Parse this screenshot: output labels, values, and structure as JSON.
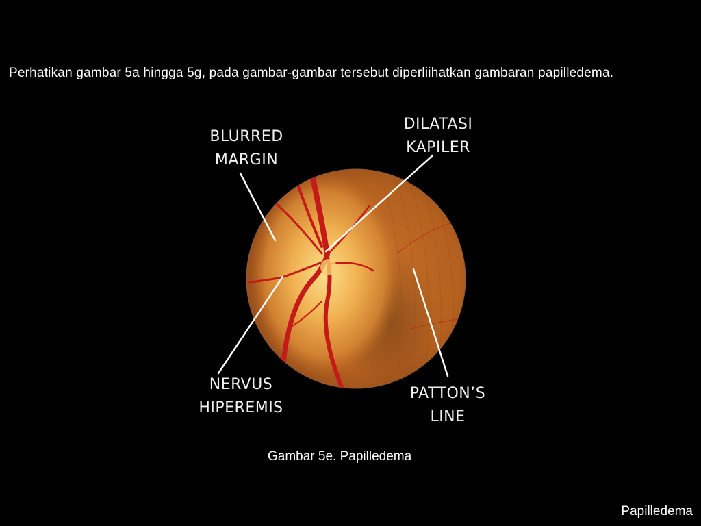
{
  "slide": {
    "intro_text": "Perhatikan gambar 5a hingga 5g, pada gambar-gambar tersebut diperliihatkan gambaran papilledema.",
    "figure": {
      "image": "fundus-photo-papilledema",
      "labels": {
        "blurred_margin_line1": "BLURRED",
        "blurred_margin_line2": "MARGIN",
        "dilatasi_line1": "DILATASI",
        "dilatasi_line2": "KAPILER",
        "nervus_line1": "NERVUS",
        "nervus_line2": "HIPEREMIS",
        "patton_line1": "PATTON’S",
        "patton_line2": "LINE"
      }
    },
    "caption": "Gambar 5e. Papilledema",
    "footer": "Papilledema"
  },
  "colors": {
    "background": "#000000",
    "text": "#ffffff",
    "fundus_outer": "#b8601e",
    "fundus_disc": "#f2c060",
    "vessel": "#c01818"
  }
}
